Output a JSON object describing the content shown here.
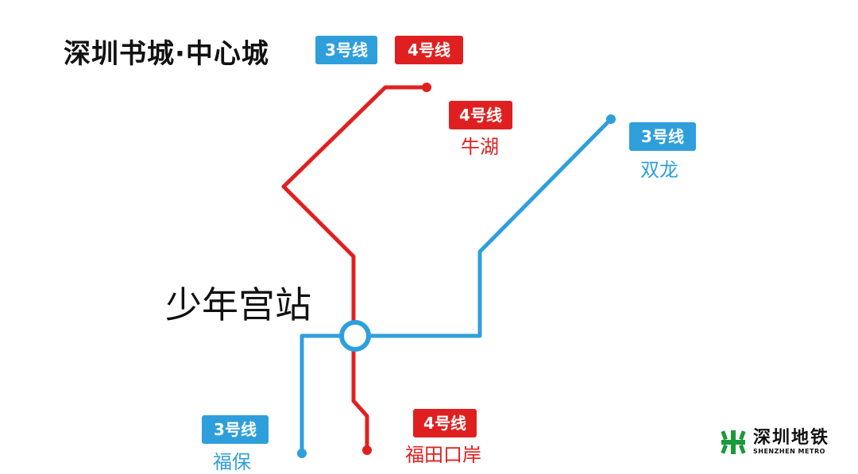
{
  "title": "深圳书城·中心城",
  "header_badges": [
    {
      "label": "3号线",
      "color": "#2f9fdc"
    },
    {
      "label": "4号线",
      "color": "#e02020"
    }
  ],
  "center_station": "少年宫站",
  "lines": {
    "line3": {
      "label": "3号线",
      "color": "#2f9fdc"
    },
    "line4": {
      "label": "4号线",
      "color": "#e02020"
    }
  },
  "terminals": {
    "niuhu": {
      "badge": "4号线",
      "name": "牛湖"
    },
    "shuanglong": {
      "badge": "3号线",
      "name": "双龙"
    },
    "futian_port": {
      "badge": "4号线",
      "name": "福田口岸"
    },
    "fubao": {
      "badge": "3号线",
      "name": "福保"
    }
  },
  "logo": {
    "cn": "深圳地铁",
    "en": "SHENZHEN METRO",
    "color": "#1a9a3a"
  }
}
